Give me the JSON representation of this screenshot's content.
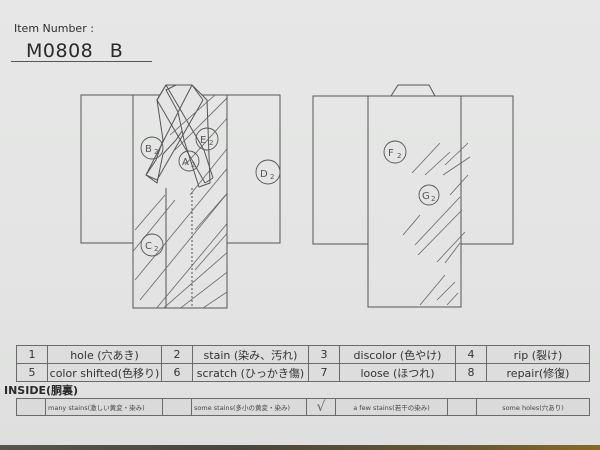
{
  "header": {
    "item_number_label": "Item Number :",
    "item_number": "M0808 B"
  },
  "diagram": {
    "front_marks": [
      "A2",
      "B2",
      "C2",
      "D2",
      "E2"
    ],
    "back_marks": [
      "F2",
      "G2"
    ],
    "mark_labels": {
      "A": "A",
      "B": "B",
      "C": "C",
      "D": "D",
      "E": "E",
      "F": "F",
      "G": "G",
      "sub": "2"
    }
  },
  "legend": {
    "rows": [
      [
        {
          "num": "1",
          "label": "hole (穴あき)"
        },
        {
          "num": "2",
          "label": "stain (染み、汚れ)"
        },
        {
          "num": "3",
          "label": "discolor (色やけ)"
        },
        {
          "num": "4",
          "label": "rip (裂け)"
        }
      ],
      [
        {
          "num": "5",
          "label": "color shifted(色移り)"
        },
        {
          "num": "6",
          "label": "scratch (ひっかき傷)"
        },
        {
          "num": "7",
          "label": "loose (ほつれ)"
        },
        {
          "num": "8",
          "label": "repair(修復)"
        }
      ]
    ]
  },
  "inside": {
    "title": "INSIDE(胴裏)",
    "options": [
      {
        "checked_mark": "",
        "label": "many stains(激しい黄変・染み)"
      },
      {
        "checked_mark": "",
        "label": "some stains(多小の黄変・染み)"
      },
      {
        "checked_mark": "√",
        "label": "a few stains(若干の染み)"
      },
      {
        "checked_mark": "",
        "label": "some holes(穴あり)"
      }
    ]
  }
}
